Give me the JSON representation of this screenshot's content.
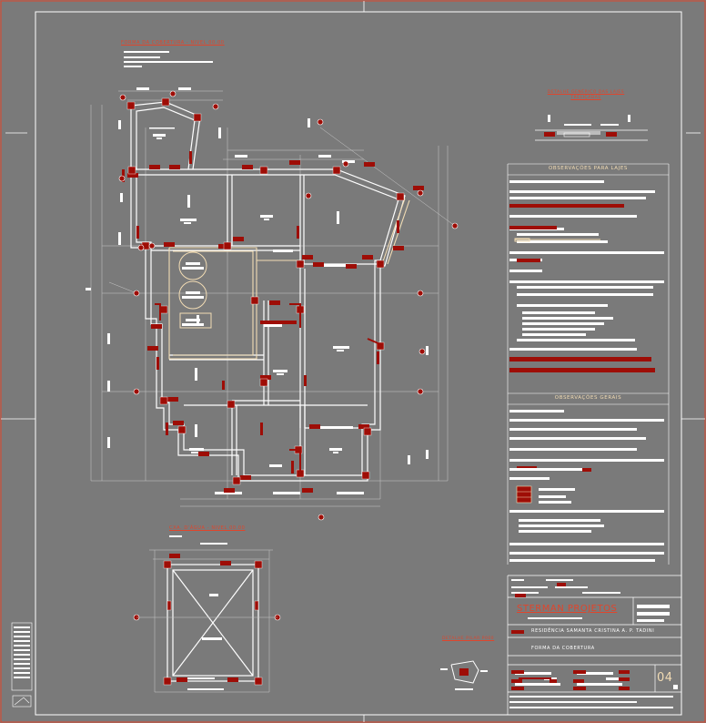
{
  "titles": {
    "plan_main": "FORMA DA COBERTURA - NIVEL 00.00",
    "plan_water_tank": "CXA. D'ÁGUA - NIVEL 00.00",
    "detail_slab": "DETALHE GENÉRICO DAS LAJES TRELIÇADAS",
    "detail_pillar": "DETALHE PILAR P000"
  },
  "notes": {
    "slab_title": "OBSERVAÇÕES PARA LAJES",
    "general_title": "OBSERVAÇÕES GERAIS"
  },
  "title_block": {
    "company": "STERMAN PROJETOS",
    "project": "RESIDÊNCIA SAMANTA CRISTINA A. P. TADINI",
    "drawing": "FORMA DA COBERTURA",
    "sheet_number": "04"
  },
  "colors": {
    "background": "#7a7a7a",
    "line": "#ffffff",
    "accent_red": "#e0452c",
    "dark_red": "#9e0d06",
    "highlight": "#f2dcb4"
  }
}
